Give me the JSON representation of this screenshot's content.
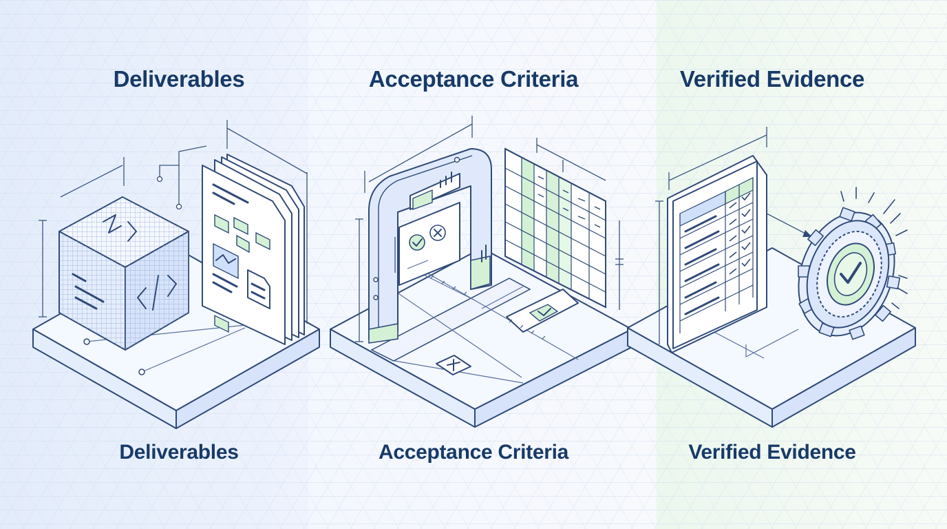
{
  "panels": [
    {
      "title": "Deliverables",
      "caption": "Deliverables"
    },
    {
      "title": "Acceptance Criteria",
      "caption": "Acceptance Criteria"
    },
    {
      "title": "Verified Evidence",
      "caption": "Verified Evidence"
    }
  ],
  "colors": {
    "text": "#173a68",
    "line": "#2f4a78",
    "panel_left_bg": "#e6eefc",
    "panel_right_bg": "#e8f6ea",
    "accent_green": "#d4f1d6",
    "accent_blue": "#cfe0fb"
  },
  "icons": [
    "code-cube-icon",
    "document-stack-icon",
    "gate-arch-icon",
    "criteria-grid-icon",
    "checklist-document-icon",
    "check-gear-badge-icon"
  ]
}
